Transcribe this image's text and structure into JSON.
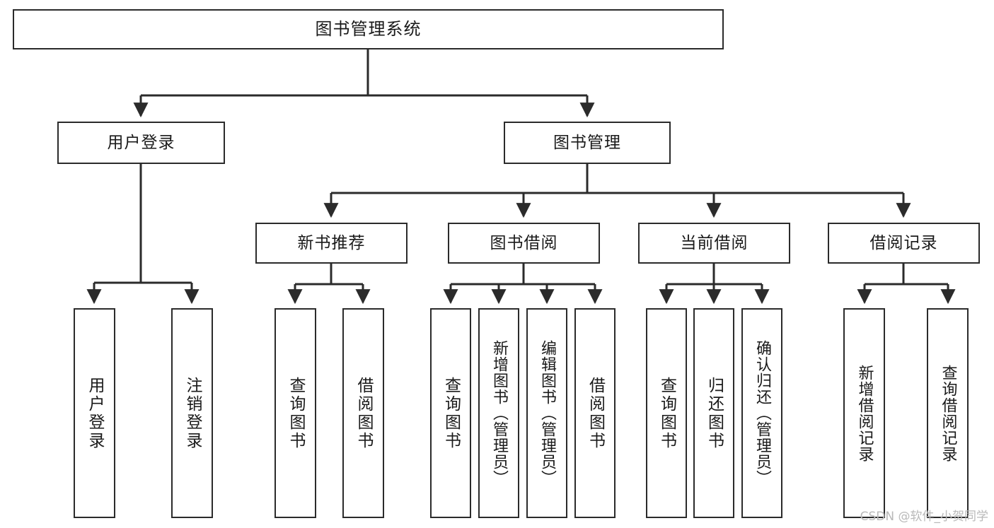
{
  "diagram": {
    "title": "图书管理系统",
    "watermark": "CSDN @软件_小贺同学",
    "stroke_color": "#2b2b2b",
    "background_color": "#ffffff",
    "text_color": "#1a1a1a",
    "watermark_color": "#b9b9b9",
    "nodes": {
      "root": "图书管理系统",
      "level2": {
        "user_login": "用户登录",
        "book_management": "图书管理"
      },
      "level3": {
        "new_book_recommend": "新书推荐",
        "book_borrow": "图书借阅",
        "current_borrow": "当前借阅",
        "borrow_record": "借阅记录"
      },
      "leaves": {
        "user_login_leaf": "用户登录",
        "logout_leaf": "注销登录",
        "query_book_1": "查询图书",
        "borrow_book_1": "借阅图书",
        "query_book_2": "查询图书",
        "add_book_admin": "新增图书（管理员）",
        "edit_book_admin": "编辑图书（管理员）",
        "borrow_book_2": "借阅图书",
        "query_book_3": "查询图书",
        "return_book": "归还图书",
        "confirm_return_admin": "确认归还（管理员）",
        "add_borrow_record": "新增借阅记录",
        "query_borrow_record": "查询借阅记录"
      }
    }
  }
}
